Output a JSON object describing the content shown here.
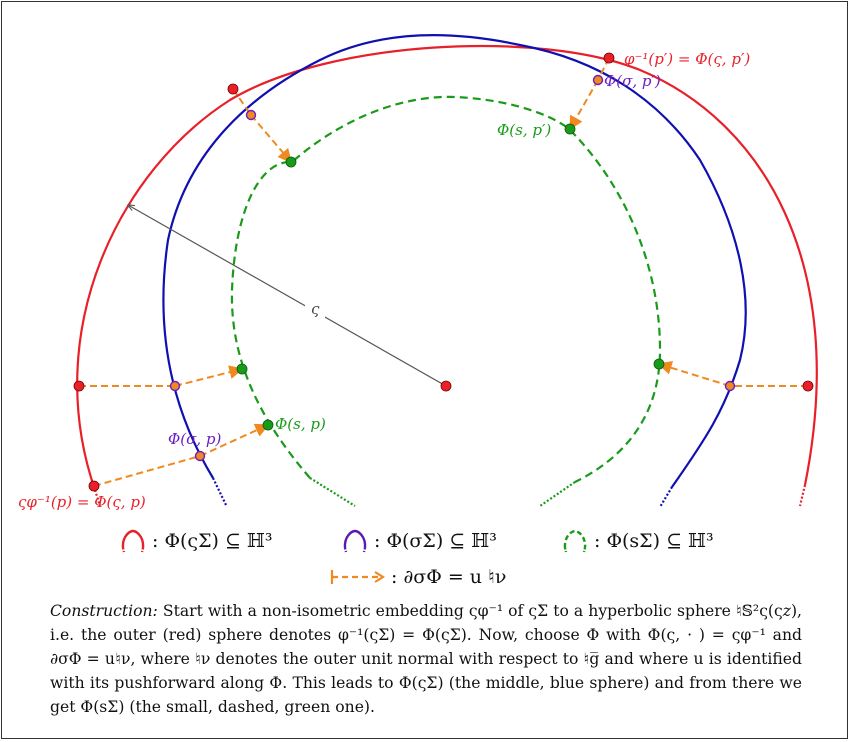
{
  "labels": {
    "varphi_inv_p_prime": "φ⁻¹(p′) = Φ(ς, p′)",
    "phi_sigma_p_prime": "Φ(σ, p′)",
    "phi_s_p_prime": "Φ(s, p′)",
    "radius": "ς",
    "phi_sigma_p": "Φ(σ, p)",
    "phi_s_p": "Φ(s, p)",
    "varphi_inv_p": "ςφ⁻¹(p) = Φ(ς, p)"
  },
  "legend": {
    "red": ": Φ(ςΣ) ⊆ ℍ³",
    "blue": ": Φ(σΣ) ⊆ ℍ³",
    "green": ": Φ(sΣ) ⊆ ℍ³",
    "arrow": ": ∂σΦ = u ♮ν"
  },
  "caption": {
    "lead": "Construction:",
    "text": " Start with a non-isometric embedding ςφ⁻¹ of ςΣ to a hyperbolic sphere ♮𝕊²ς(ς𝑧), i.e. the outer (red) sphere denotes φ⁻¹(ςΣ) = Φ(ςΣ). Now, choose Φ with Φ(ς, · ) = ςφ⁻¹ and ∂σΦ = u♮ν, where ♮ν denotes the outer unit normal with respect to ♮g̅ and where u is identified with its pushforward along Φ. This leads to Φ(ςΣ) (the middle, blue sphere) and from there we get Φ(sΣ) (the small, dashed, green one)."
  },
  "colors": {
    "red": "#e8202a",
    "blue": "#1010b0",
    "green": "#1a9a1a",
    "orange": "#f08a20",
    "purple": "#6a1fc0",
    "gray": "#555555"
  }
}
